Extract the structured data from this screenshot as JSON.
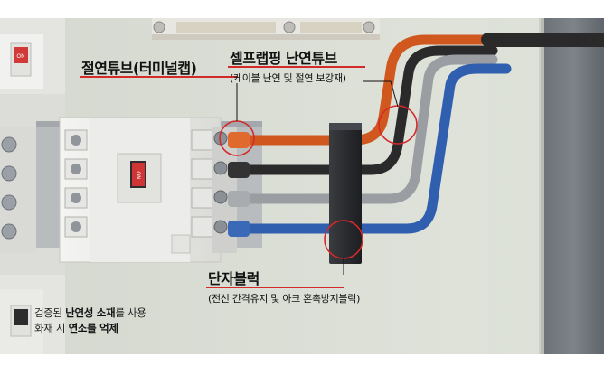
{
  "labels": {
    "insulation_tube": "절연튜브(터미널캡)",
    "self_wrapping": "셀프랩핑 난연튜브",
    "self_wrapping_sub": "(케이블 난연 및 절연 보강재)",
    "terminal_block": "단자블럭",
    "terminal_block_sub": "(전선 간격유지 및 아크 혼촉방지블럭)"
  },
  "note": {
    "line1_a": "검증된 ",
    "line1_b": "난연성 소재",
    "line1_c": "를 사용",
    "line2_a": "화재 시 ",
    "line2_b": "연소를 억제"
  },
  "breaker": {
    "on_label": "ON"
  },
  "colors": {
    "panel": "#d8dcd3",
    "wire_orange": "#d0581f",
    "wire_black": "#2a2a2a",
    "wire_gray": "#9a9ea2",
    "wire_blue": "#2f5fae",
    "highlight": "#d42a2a"
  }
}
